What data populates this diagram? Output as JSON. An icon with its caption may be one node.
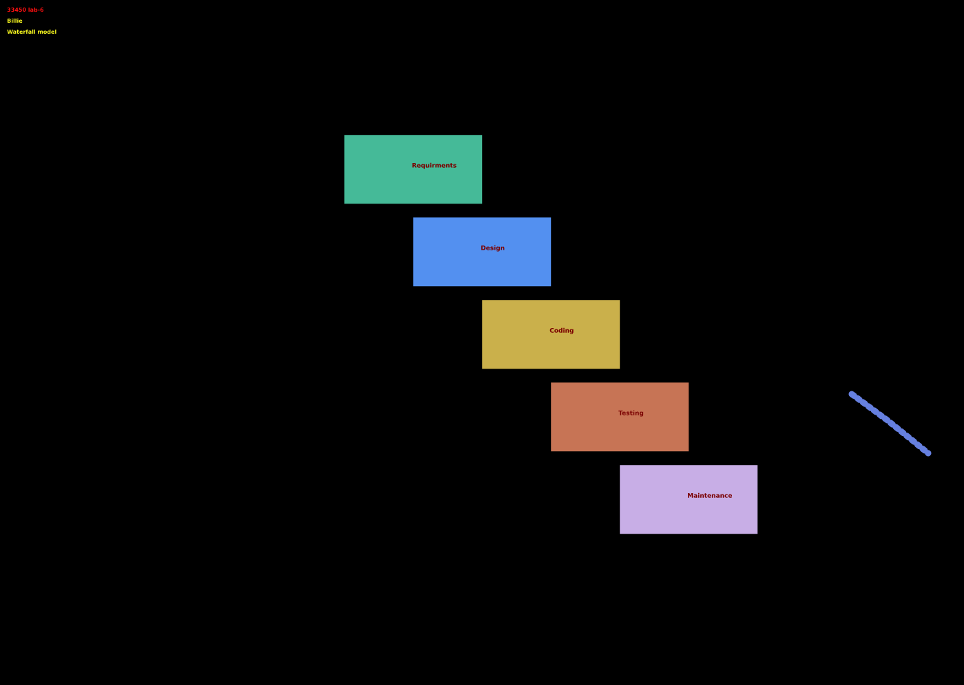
{
  "diagram": {
    "title": "Waterfall model",
    "nodes": [
      {
        "text": [
          "Requirments"
        ]
      },
      {
        "text": [
          "Design"
        ]
      },
      {
        "text": [
          "Coding"
        ]
      },
      {
        "text": [
          "Testing"
        ]
      },
      {
        "text": [
          "Maintenance"
        ]
      }
    ],
    "labels": [
      "33450 lab-6",
      "Billie"
    ]
  }
}
